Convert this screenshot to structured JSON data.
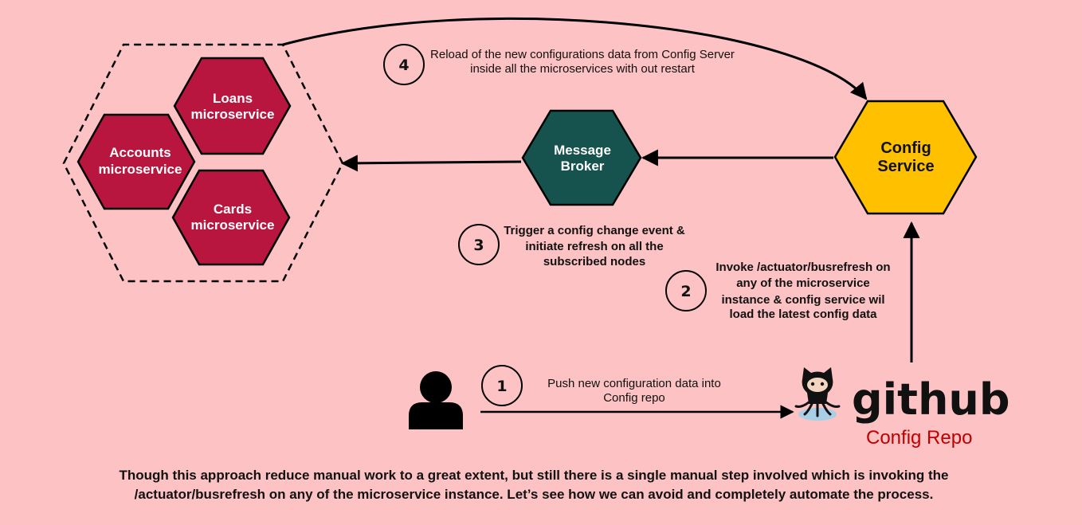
{
  "diagram": {
    "services": {
      "loans": [
        "Loans",
        "microservice"
      ],
      "accounts": [
        "Accounts",
        "microservice"
      ],
      "cards": [
        "Cards",
        "microservice"
      ]
    },
    "message_broker": [
      "Message",
      "Broker"
    ],
    "config_service": [
      "Config",
      "Service"
    ],
    "steps": [
      {
        "number": "1",
        "lines": [
          "Push new configuration data into",
          "Config repo"
        ]
      },
      {
        "number": "2",
        "lines": [
          "Invoke /actuator/busrefresh on",
          "any of the microservice",
          "instance & config service wil",
          "load the latest config data"
        ]
      },
      {
        "number": "3",
        "lines": [
          "Trigger a config change event &",
          "initiate refresh on all the",
          "subscribed nodes"
        ]
      },
      {
        "number": "4",
        "lines": [
          "Reload of the new configurations data from Config Server",
          "inside all the microservices with out restart"
        ]
      }
    ],
    "github": {
      "wordmark": "github",
      "caption": "Config Repo",
      "icon": "octocat-icon"
    },
    "user_icon": "user-icon"
  },
  "footer": [
    "Though this approach reduce manual work to a great extent, but still there is a single manual step involved which is invoking the",
    "/actuator/busrefresh on any of the microservice instance. Let’s see how we can avoid and completely automate the process."
  ],
  "colors": {
    "background": "#fdc2c3",
    "microservice_fill": "#b8163f",
    "broker_fill": "#16524e",
    "config_fill": "#ffc000",
    "repo_text": "#c00000"
  }
}
